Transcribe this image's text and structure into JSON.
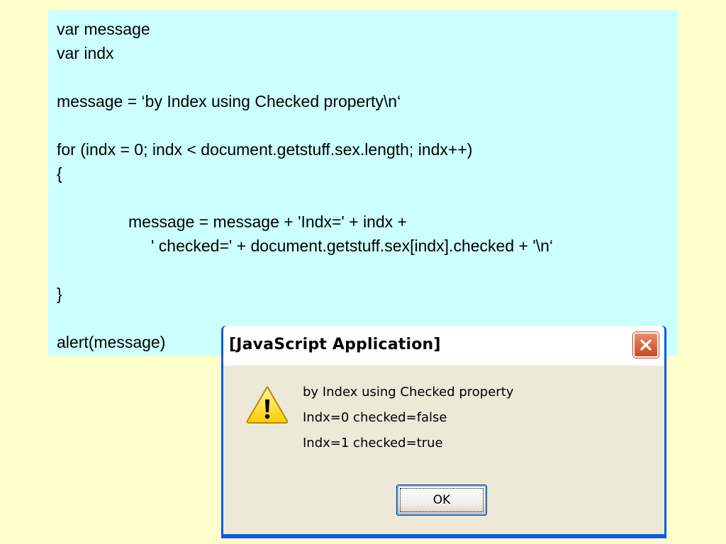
{
  "code": {
    "lines": [
      "var message",
      "var indx",
      "",
      "message = ‘by Index using Checked property\\n‘",
      "",
      "for (indx = 0; indx < document.getstuff.sex.length; indx++)",
      "{",
      "",
      "message = message + 'Indx=' + indx +",
      "' checked=' + document.getstuff.sex[indx].checked + '\\n‘",
      "",
      "}",
      "",
      "alert(message)"
    ]
  },
  "dialog": {
    "title": "[JavaScript Application]",
    "close_icon": "close-x-icon",
    "warning_icon": "warning-triangle-icon",
    "message_lines": [
      "by Index using Checked property",
      "Indx=0 checked=false",
      "Indx=1 checked=true"
    ],
    "ok_label": "OK"
  },
  "colors": {
    "page_background": "#FFFFCC",
    "code_background": "#CCFFFF",
    "dialog_frame": "#0A5BE2",
    "dialog_body": "#ECE9D8",
    "close_button": "#D9603B",
    "warning_yellow": "#FFD800"
  }
}
